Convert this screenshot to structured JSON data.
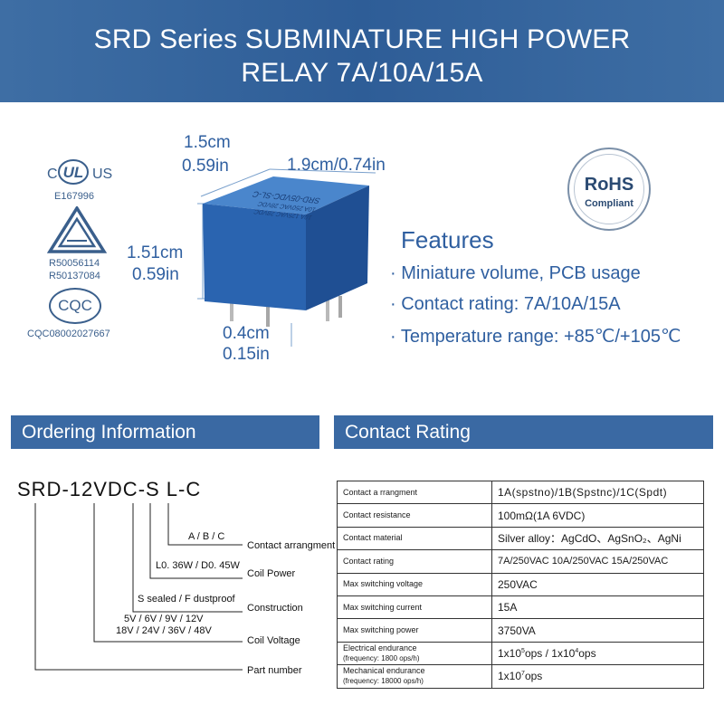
{
  "banner": {
    "line1": "SRD Series SUBMINATURE HIGH POWER",
    "line2": "RELAY 7A/10A/15A"
  },
  "certs": {
    "ul_c": "C",
    "ul_us": "US",
    "ul_code": "E167996",
    "tri_code1": "R50056114",
    "tri_code2": "R50137084",
    "cqc_logo": "CQC",
    "cqc_code": "CQC08002027667"
  },
  "rohs": {
    "title": "RoHS",
    "sub": "Compliant"
  },
  "relay_print": "SRD-05VDC-SL-C",
  "dimensions": {
    "depth_cm": "1.5cm",
    "depth_in": "0.59in",
    "width": "1.9cm/0.74in",
    "height_cm": "1.51cm",
    "height_in": "0.59in",
    "pin_cm": "0.4cm",
    "pin_in": "0.15in"
  },
  "features": {
    "title": "Features",
    "items": [
      "· Miniature volume, PCB usage",
      "· Contact rating: 7A/10A/15A",
      "· Temperature range: +85℃/+105℃"
    ]
  },
  "ordering": {
    "title": "Ordering Information",
    "part_code": "SRD-12VDC-S L-C",
    "contact_options": "A / B / C",
    "contact_label": "Contact arrangment",
    "power_options": "L0. 36W / D0. 45W",
    "power_label": "Coil Power",
    "construction_options": "S sealed / F dustproof",
    "construction_label": "Construction",
    "voltage_options1": "5V / 6V / 9V / 12V",
    "voltage_options2": "18V / 24V / 36V / 48V",
    "voltage_label": "Coil Voltage",
    "part_label": "Part number"
  },
  "contact_rating": {
    "title": "Contact Rating",
    "rows": [
      {
        "key": "Contact a rrangment",
        "value": "1A(spstno)/1B(Spstnc)/1C(Spdt)"
      },
      {
        "key": "Contact resistance",
        "value": "100mΩ(1A 6VDC)"
      },
      {
        "key": "Contact material",
        "value": "Silver alloy：AgCdO、AgSnO₂、AgNi"
      },
      {
        "key": "Contact rating",
        "value": "7A/250VAC  10A/250VAC  15A/250VAC"
      },
      {
        "key": "Max switching voltage",
        "value": "250VAC"
      },
      {
        "key": "Max switching current",
        "value": "15A"
      },
      {
        "key": "Max switching power",
        "value": "3750VA"
      }
    ],
    "electrical_key": "Electrical endurance",
    "electrical_sub": "(frequency: 1800 ops/h)",
    "electrical_val": {
      "a": "1x10",
      "a_exp": "5",
      "a_unit": "ops / 1x10",
      "b_exp": "4",
      "b_unit": "ops"
    },
    "mechanical_key": "Mechanical endurance",
    "mechanical_sub": "(frequency: 18000 ops/h)",
    "mechanical_val": {
      "a": "1x10",
      "a_exp": "7",
      "a_unit": "ops"
    }
  },
  "colors": {
    "banner": "#2e5d97",
    "accent": "#2f5fa0",
    "relay": "#2a64b0"
  }
}
